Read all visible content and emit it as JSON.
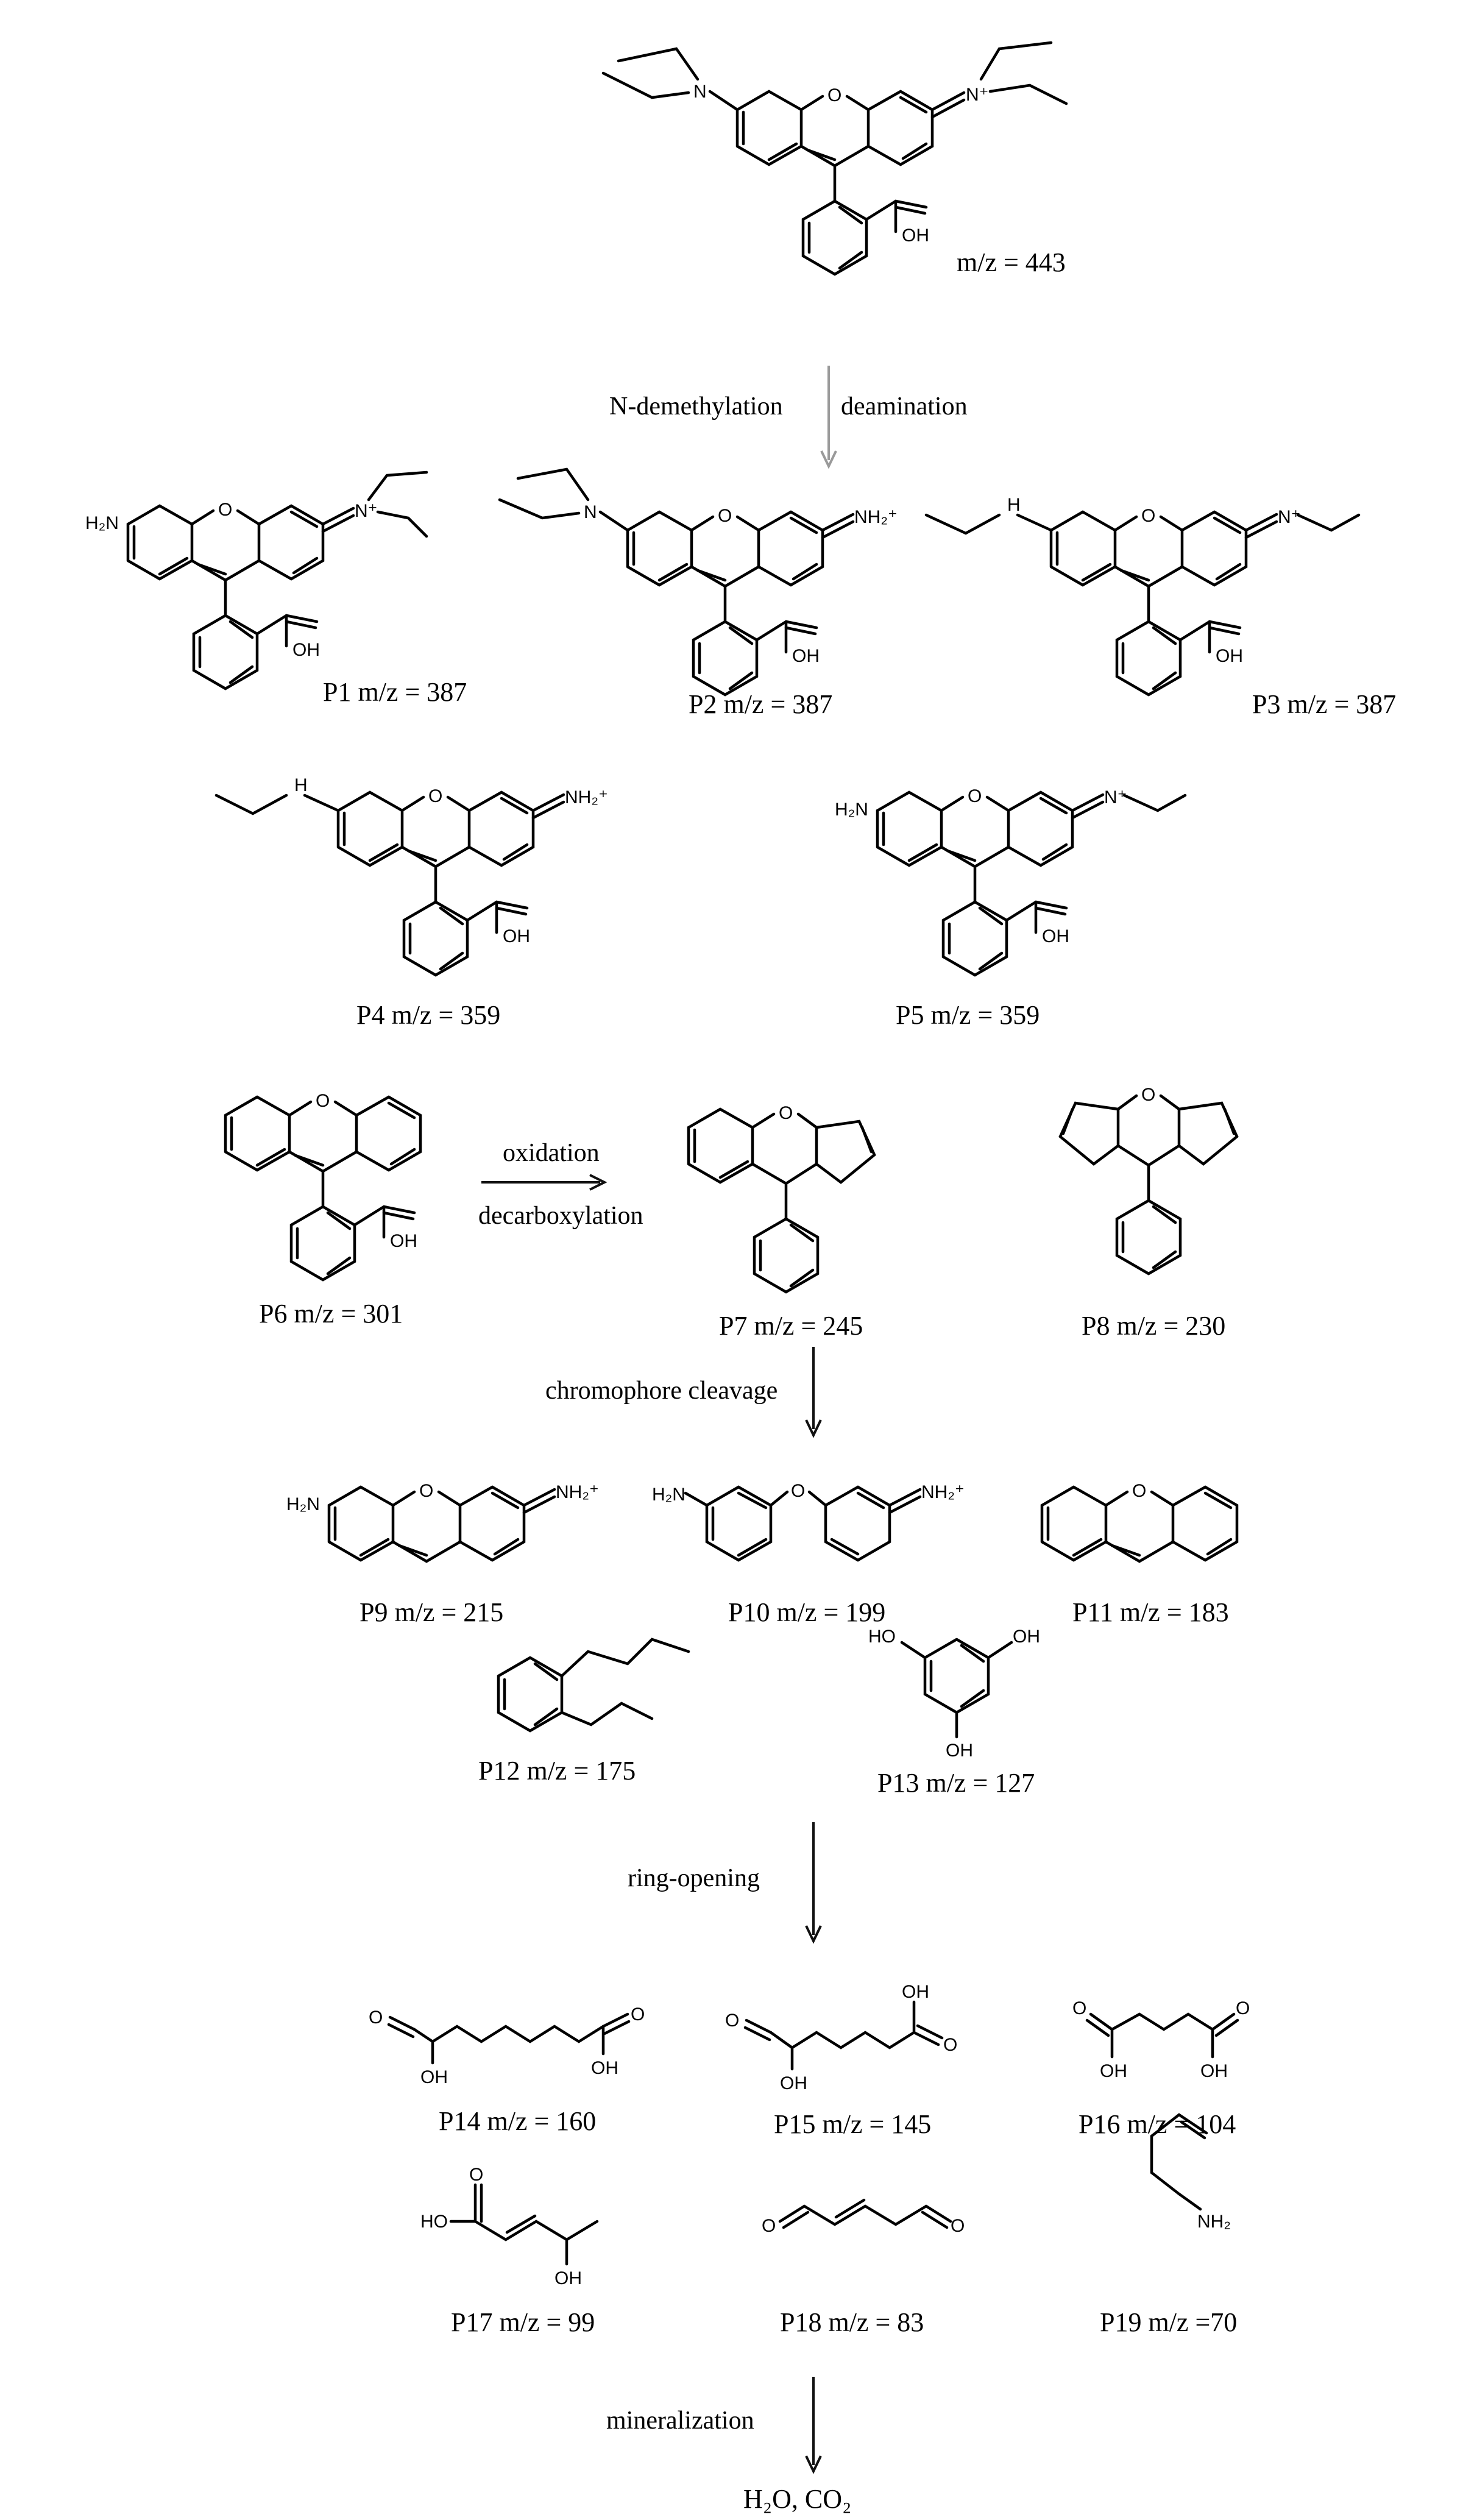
{
  "compounds": [
    {
      "id": "rhb",
      "label": "m/z = 443"
    },
    {
      "id": "p1",
      "label": "P1 m/z = 387"
    },
    {
      "id": "p2",
      "label": "P2 m/z = 387"
    },
    {
      "id": "p3",
      "label": "P3 m/z = 387"
    },
    {
      "id": "p4",
      "label": "P4 m/z = 359"
    },
    {
      "id": "p5",
      "label": "P5 m/z = 359"
    },
    {
      "id": "p6",
      "label": "P6 m/z = 301"
    },
    {
      "id": "p7",
      "label": "P7 m/z = 245"
    },
    {
      "id": "p8",
      "label": "P8 m/z = 230"
    },
    {
      "id": "p9",
      "label": "P9 m/z = 215"
    },
    {
      "id": "p10",
      "label": "P10 m/z = 199"
    },
    {
      "id": "p11",
      "label": "P11 m/z = 183"
    },
    {
      "id": "p12",
      "label": "P12 m/z = 175"
    },
    {
      "id": "p13",
      "label": "P13 m/z = 127"
    },
    {
      "id": "p14",
      "label": "P14 m/z = 160"
    },
    {
      "id": "p15",
      "label": "P15 m/z = 145"
    },
    {
      "id": "p16",
      "label": "P16 m/z = 104"
    },
    {
      "id": "p17",
      "label": "P17 m/z = 99"
    },
    {
      "id": "p18",
      "label": "P18 m/z = 83"
    },
    {
      "id": "p19",
      "label": "P19 m/z =70"
    }
  ],
  "steps": {
    "n_demethylation": "N-demethylation",
    "deamination": "deamination",
    "oxidation": "oxidation",
    "decarboxylation": "decarboxylation",
    "chromophore_cleavage": "chromophore cleavage",
    "ring_opening": "ring-opening",
    "mineralization": "mineralization"
  },
  "final_products": {
    "text": "H₂O, CO₂"
  },
  "atoms": {
    "O": "O",
    "N": "N",
    "N_plus": "N⁺",
    "NH": "H",
    "NH_plus": "N⁺",
    "OH": "OH",
    "HO": "HO",
    "H2N": "H₂N",
    "NH2_plus": "NH₂⁺",
    "NH2": "NH₂"
  }
}
